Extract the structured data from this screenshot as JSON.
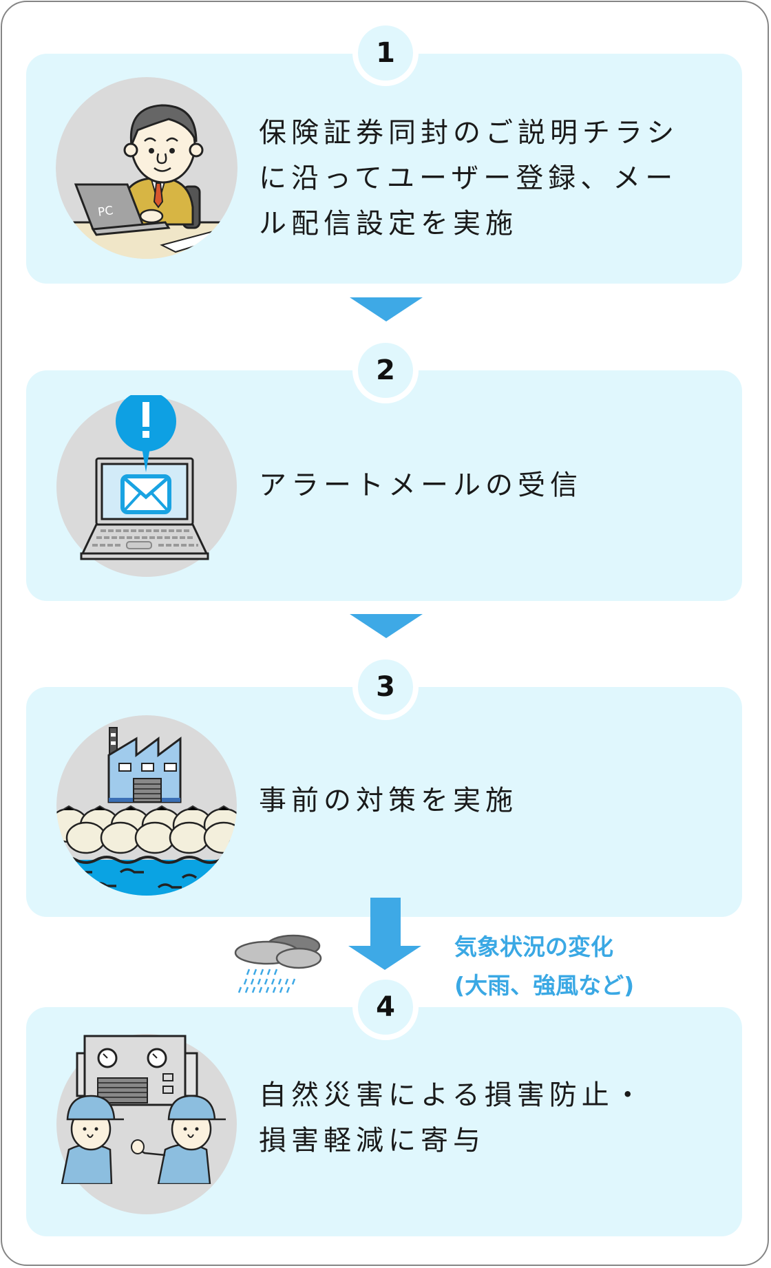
{
  "steps": [
    {
      "number": "1",
      "text": "保険証券同封のご説明チラシ\nに沿ってユーザー登録、メー\nル配信設定を実施",
      "illustration": "businessman-at-laptop"
    },
    {
      "number": "2",
      "text": "アラートメールの受信",
      "illustration": "laptop-alert-mail"
    },
    {
      "number": "3",
      "text": "事前の対策を実施",
      "illustration": "factory-sandbags-flood"
    },
    {
      "number": "4",
      "text": "自然災害による損害防止・\n損害軽減に寄与",
      "illustration": "workers-with-machine"
    }
  ],
  "weather_note": {
    "text": "気象状況の変化\n(大雨、強風など)",
    "icon": "rain-cloud-icon"
  },
  "pc_label": "PC",
  "colors": {
    "card": "#e0f7fd",
    "arrow": "#3ea9e6",
    "note": "#3aa8e4",
    "circle": "#dadada"
  }
}
